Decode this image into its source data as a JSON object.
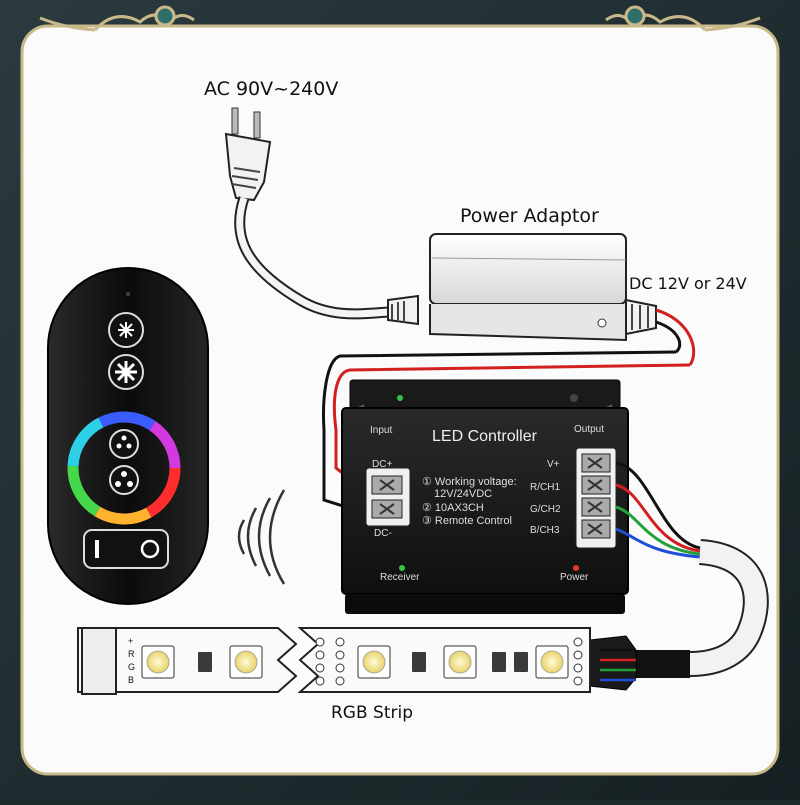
{
  "labels": {
    "ac_input": "AC 90V~240V",
    "power_adaptor": "Power Adaptor",
    "dc_output": "DC 12V or 24V",
    "rgb_strip": "RGB Strip"
  },
  "controller": {
    "title": "LED Controller",
    "input_label": "Input",
    "output_label": "Output",
    "dc_plus": "DC+",
    "dc_minus": "DC-",
    "specs": [
      "① Working voltage:",
      "12V/24VDC",
      "② 10AX3CH",
      "③ Remote Control"
    ],
    "terminals": [
      "V+",
      "R/CH1",
      "G/CH2",
      "B/CH3"
    ],
    "receiver_label": "Receiver",
    "power_label": "Power"
  },
  "strip": {
    "pins": [
      "+",
      "R",
      "G",
      "B"
    ]
  },
  "colors": {
    "frame_bg": "#1f2a2d",
    "panel_bg": "#fbfbfb",
    "controller_body": "#1c1c1c",
    "wire_red": "#d21f1f",
    "wire_green": "#22a13a",
    "wire_blue": "#1f4fd6",
    "wire_black": "#111111",
    "led_yellow": "#f4e58a",
    "receiver_led": "#2fc84a",
    "power_led": "#e23a2a"
  },
  "icons": [
    "plug-icon",
    "sun-dim-icon",
    "sun-bright-icon",
    "color-wheel-icon",
    "dot-pair-icon",
    "dot-triple-icon",
    "power-switch-icon",
    "ir-signal-icon"
  ]
}
